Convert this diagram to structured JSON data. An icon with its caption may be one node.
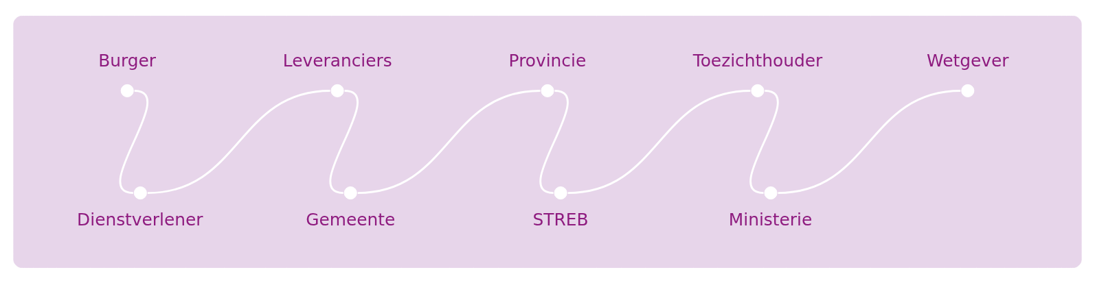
{
  "diagram": {
    "nodes": [
      {
        "text": [],
        "shape": "box"
      },
      {
        "text": [
          "Burger"
        ],
        "in": 0
      },
      {
        "text": [
          "Dienstverlener"
        ],
        "in": 0
      },
      {
        "text": [
          "Leveranciers"
        ],
        "in": 0
      },
      {
        "text": [
          "Gemeente"
        ],
        "in": 0
      },
      {
        "text": [
          "Provincie"
        ],
        "in": 0
      },
      {
        "text": [
          "STREB"
        ],
        "in": 0
      },
      {
        "text": [
          "Toezichthouder"
        ],
        "in": 0
      },
      {
        "text": [
          "Ministerie"
        ],
        "in": 0
      },
      {
        "text": [
          "Wetgever"
        ],
        "in": 0
      }
    ],
    "edges": [
      {
        "from": 1,
        "to": 2,
        "arrow": "none"
      },
      {
        "from": 2,
        "to": 3,
        "arrow": "none"
      },
      {
        "from": 3,
        "to": 4,
        "arrow": "none"
      },
      {
        "from": 4,
        "to": 5,
        "arrow": "none"
      },
      {
        "from": 5,
        "to": 6,
        "arrow": "none"
      },
      {
        "from": 6,
        "to": 7,
        "arrow": "none"
      },
      {
        "from": 7,
        "to": 8,
        "arrow": "none"
      },
      {
        "from": 8,
        "to": 9,
        "arrow": "none"
      }
    ]
  }
}
